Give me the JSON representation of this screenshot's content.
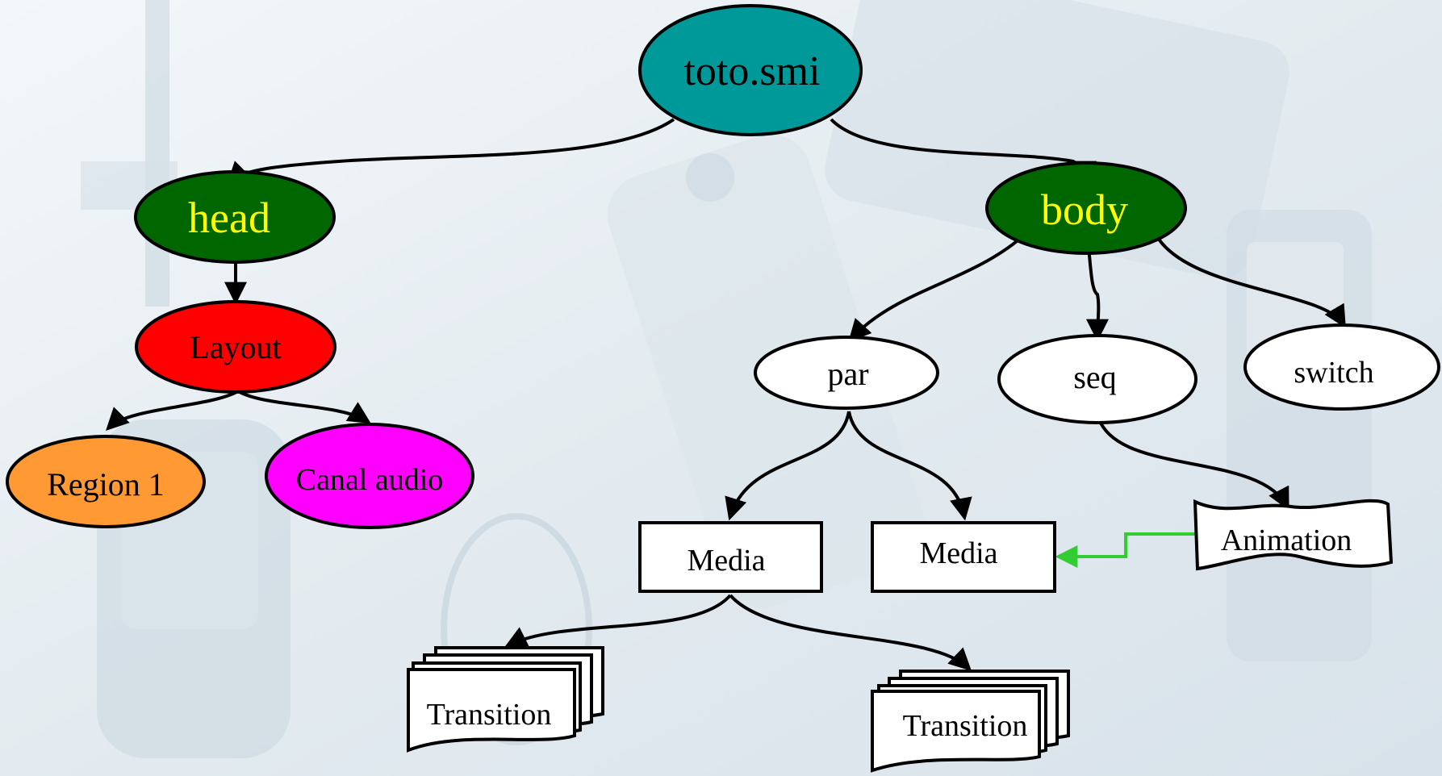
{
  "nodes": {
    "root": {
      "label": "toto.smi",
      "fill": "#009999"
    },
    "head": {
      "label": "head",
      "fill": "#006600",
      "text_color": "#ffff00"
    },
    "body": {
      "label": "body",
      "fill": "#006600",
      "text_color": "#ffff00"
    },
    "layout": {
      "label": "Layout",
      "fill": "#ff0000"
    },
    "region1": {
      "label": "Region 1",
      "fill": "#ff9933"
    },
    "canal_audio": {
      "label": "Canal audio",
      "fill": "#ff00ff"
    },
    "par": {
      "label": "par",
      "fill": "#ffffff"
    },
    "seq": {
      "label": "seq",
      "fill": "#ffffff"
    },
    "switch": {
      "label": "switch",
      "fill": "#ffffff"
    },
    "media1": {
      "label": "Media"
    },
    "media2": {
      "label": "Media"
    },
    "animation": {
      "label": "Animation"
    },
    "transition1": {
      "label": "Transition"
    },
    "transition2": {
      "label": "Transition"
    }
  },
  "edges": [
    {
      "from": "root",
      "to": "head"
    },
    {
      "from": "root",
      "to": "body"
    },
    {
      "from": "head",
      "to": "layout"
    },
    {
      "from": "layout",
      "to": "region1"
    },
    {
      "from": "layout",
      "to": "canal_audio"
    },
    {
      "from": "body",
      "to": "par"
    },
    {
      "from": "body",
      "to": "seq"
    },
    {
      "from": "body",
      "to": "switch"
    },
    {
      "from": "par",
      "to": "media1"
    },
    {
      "from": "par",
      "to": "media2"
    },
    {
      "from": "seq",
      "to": "animation"
    },
    {
      "from": "media1",
      "to": "transition1"
    },
    {
      "from": "media1",
      "to": "transition2"
    },
    {
      "from": "animation",
      "to": "media2",
      "color": "#33cc33"
    }
  ]
}
